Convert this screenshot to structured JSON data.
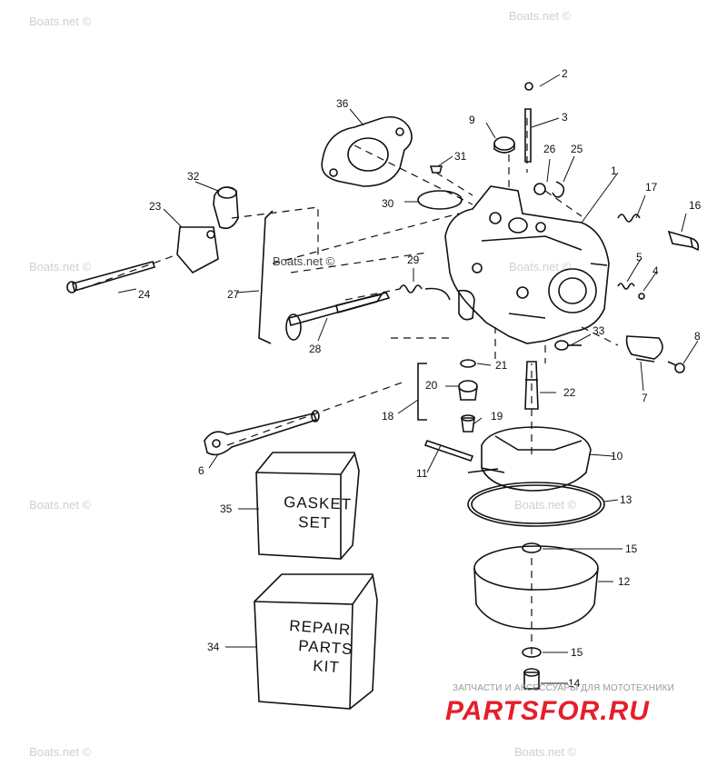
{
  "watermark": "Boats.net ©",
  "watermark_center": "Boats.net ©",
  "callouts": [
    "1",
    "2",
    "3",
    "4",
    "5",
    "6",
    "7",
    "8",
    "9",
    "10",
    "11",
    "12",
    "13",
    "14",
    "15",
    "15",
    "16",
    "17",
    "18",
    "19",
    "20",
    "21",
    "22",
    "23",
    "24",
    "25",
    "26",
    "27",
    "28",
    "29",
    "30",
    "31",
    "32",
    "33",
    "34",
    "35",
    "36"
  ],
  "gasket_box": {
    "line1": "GASKET",
    "line2": "SET"
  },
  "repair_box": {
    "line1": "REPAIR",
    "line2": "PARTS",
    "line3": "KIT"
  },
  "footer": {
    "caption": "ЗАПЧАСТИ И АКСЕССУАРЫ ДЛЯ МОТОТЕХНИКИ",
    "brand": "PARTSFOR.RU",
    "brand_color": "#e61e2a"
  },
  "colors": {
    "line": "#111111",
    "watermark": "#cfcfcf"
  }
}
